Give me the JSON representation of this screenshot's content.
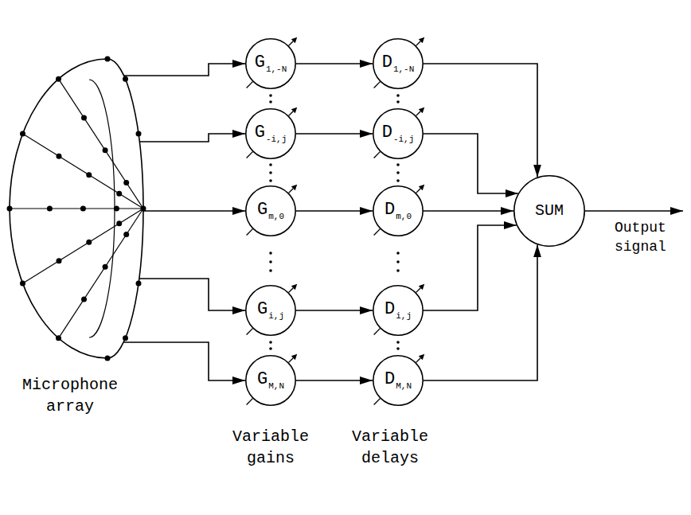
{
  "diagram": {
    "nodes": [
      {
        "text": [
          "Microphone array"
        ]
      },
      {
        "text": [
          "G",
          "1,-N"
        ]
      },
      {
        "text": [
          "G",
          "-i,j"
        ]
      },
      {
        "text": [
          "G",
          "m,0"
        ]
      },
      {
        "text": [
          "G",
          "i,j"
        ]
      },
      {
        "text": [
          "G",
          "M,N"
        ]
      },
      {
        "text": [
          "D",
          "1,-N"
        ]
      },
      {
        "text": [
          "D",
          "-i,j"
        ]
      },
      {
        "text": [
          "D",
          "m,0"
        ]
      },
      {
        "text": [
          "D",
          "i,j"
        ]
      },
      {
        "text": [
          "D",
          "M,N"
        ]
      },
      {
        "text": [
          "SUM"
        ]
      }
    ],
    "edges": [
      {
        "from": 0,
        "to": 1,
        "arrow": "to"
      },
      {
        "from": 0,
        "to": 2,
        "arrow": "to"
      },
      {
        "from": 0,
        "to": 3,
        "arrow": "to"
      },
      {
        "from": 0,
        "to": 4,
        "arrow": "to"
      },
      {
        "from": 0,
        "to": 5,
        "arrow": "to"
      },
      {
        "from": 1,
        "to": 6,
        "arrow": "to"
      },
      {
        "from": 2,
        "to": 7,
        "arrow": "to"
      },
      {
        "from": 3,
        "to": 8,
        "arrow": "to"
      },
      {
        "from": 4,
        "to": 9,
        "arrow": "to"
      },
      {
        "from": 5,
        "to": 10,
        "arrow": "to"
      },
      {
        "from": 6,
        "to": 11,
        "arrow": "to"
      },
      {
        "from": 7,
        "to": 11,
        "arrow": "to"
      },
      {
        "from": 8,
        "to": 11,
        "arrow": "to"
      },
      {
        "from": 9,
        "to": 11,
        "arrow": "to"
      },
      {
        "from": 10,
        "to": 11,
        "arrow": "to"
      }
    ],
    "labels": [
      "Variable gains",
      "Variable delays",
      "Output signal"
    ]
  }
}
